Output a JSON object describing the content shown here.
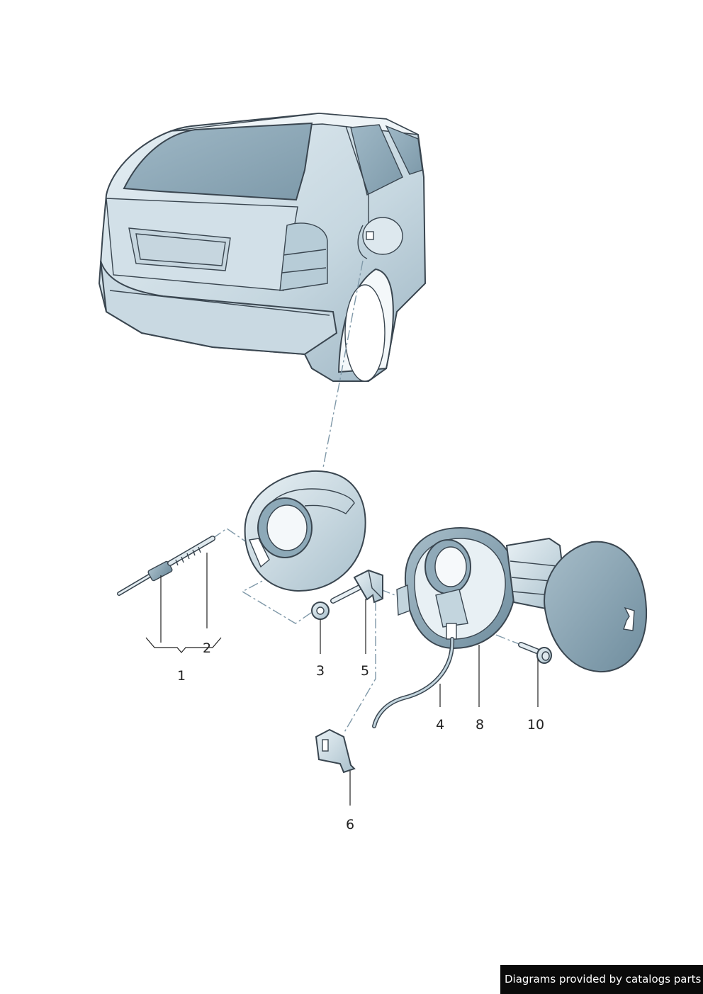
{
  "diagram": {
    "callouts": {
      "c1": "1",
      "c2": "2",
      "c3": "3",
      "c4": "4",
      "c5": "5",
      "c6": "6",
      "c8": "8",
      "c10": "10"
    }
  },
  "footer": {
    "credit": "Diagrams provided by catalogs parts"
  },
  "colors": {
    "body_light": "#dde8ee",
    "body_mid": "#b8cdd8",
    "body_dark": "#8fa9b8",
    "outline": "#3a4650",
    "leader": "#222222",
    "dash": "#7f98a8"
  }
}
